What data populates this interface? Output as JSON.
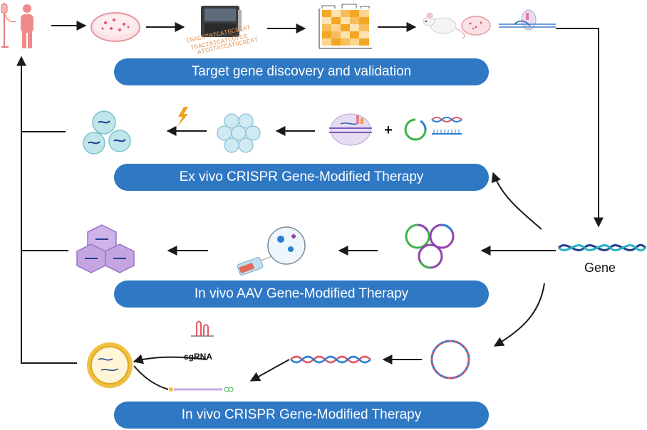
{
  "banners": {
    "target_discovery": "Target gene discovery and validation",
    "ex_vivo_crispr": "Ex vivo CRISPR Gene-Modified Therapy",
    "in_vivo_aav": "In vivo AAV Gene-Modified Therapy",
    "in_vivo_crispr": "In vivo CRISPR Gene-Modified Therapy"
  },
  "labels": {
    "gene": "Gene",
    "sgrna": "sgRNA",
    "plus": "+"
  },
  "colors": {
    "banner": "#2f78c4",
    "arrow": "#1a1a1a",
    "patient": "#f08a8a",
    "dna_blue": "#1f3f8f",
    "dna_teal": "#26b3c4",
    "heatmap_hot": "#f5a623",
    "heatmap_light": "#fde3b0",
    "plasmid_purple": "#8e44ad",
    "plasmid_green": "#3cb44b",
    "plasmid_blue": "#2a7fd4",
    "cell_teal": "#bfe6ea",
    "lipid_yellow": "#f0c040",
    "aav_purple": "#b48ad6"
  },
  "icons": [
    "patient-icon",
    "petri-dish-icon",
    "sequencer-icon",
    "heatmap-icon",
    "mouse-icon",
    "cell-culture-dish-icon",
    "gene-editing-icon",
    "edited-cells-icon",
    "electroporation-icon",
    "cell-cluster-icon",
    "crispr-complex-icon",
    "plasmid-icon",
    "dna-fragment-icon",
    "aav-capsid-icon",
    "cell-culture-flask-icon",
    "plasmids-icon",
    "gene-dna-icon",
    "lipid-nanoparticle-icon",
    "sgrna-icon",
    "mrna-icon",
    "dna-strand-icon",
    "circular-dna-icon"
  ]
}
